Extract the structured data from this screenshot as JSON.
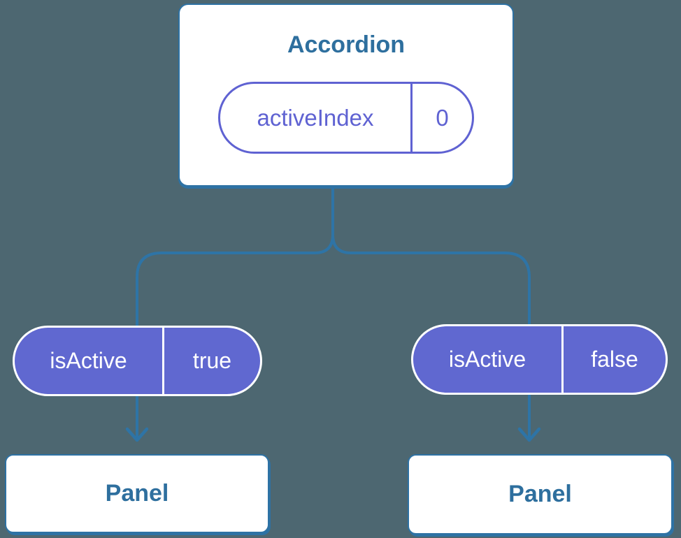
{
  "tree": {
    "root": {
      "title": "Accordion",
      "state": {
        "name": "activeIndex",
        "value": "0"
      }
    },
    "props": [
      {
        "name": "isActive",
        "value": "true"
      },
      {
        "name": "isActive",
        "value": "false"
      }
    ],
    "children": [
      {
        "title": "Panel"
      },
      {
        "title": "Panel"
      }
    ]
  },
  "colors": {
    "background": "#4d6771",
    "connector": "#2e74a6",
    "card_border": "#2e72a4",
    "card_text": "#2e6f9e",
    "state_purple": "#5f62d2",
    "prop_fill": "#6068d0",
    "prop_text": "#ffffff",
    "card_bg": "#ffffff"
  }
}
